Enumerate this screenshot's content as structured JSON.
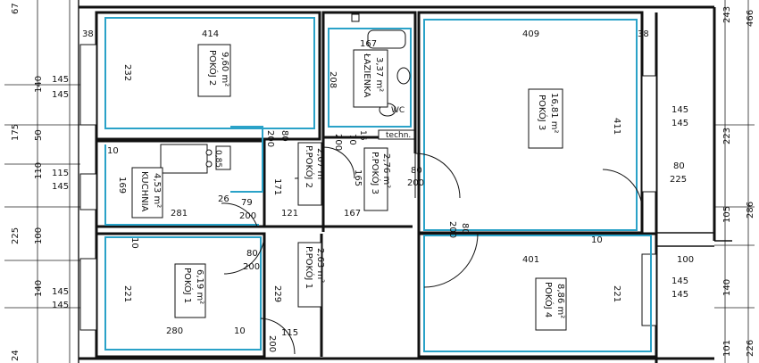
{
  "rooms": {
    "pokoj2": {
      "name": "POKÓJ 2",
      "area": "9,60 m²"
    },
    "lazienka": {
      "name": "ŁAZIENKA",
      "area": "3,37 m²"
    },
    "pokoj3": {
      "name": "POKÓJ 3",
      "area": "16,81 m²"
    },
    "kuchnia": {
      "name": "KUCHNIA",
      "area": "4,53 m²"
    },
    "ppokoj2": {
      "name": "P.POKÓJ 2",
      "area": "2,07 m²"
    },
    "ppokoj3": {
      "name": "P.POKÓJ 3",
      "area": "2,76 m²"
    },
    "pokoj1": {
      "name": "POKÓJ 1",
      "area": "6,19 m²"
    },
    "ppokoj1": {
      "name": "P.POKÓJ 1",
      "area": "2,63 m²"
    },
    "pokoj4": {
      "name": "POKÓJ 4",
      "area": "8,86 m²"
    }
  },
  "labels": {
    "techn": "techn.",
    "wc": "WC"
  },
  "dims_left": [
    "67",
    "145",
    "140",
    "145",
    "175",
    "50",
    "115",
    "110",
    "145",
    "225",
    "100",
    "145",
    "140",
    "145",
    "24"
  ],
  "dims_right": [
    "466",
    "243",
    "223",
    "286",
    "105",
    "140",
    "226",
    "101"
  ],
  "dims_inner": {
    "d414": "414",
    "d38a": "38",
    "d232": "232",
    "d167top": "167",
    "d208": "208",
    "d409": "409",
    "d38b": "38",
    "d411": "411",
    "d145r1": "145",
    "d145r2": "145",
    "d80r": "80",
    "d225": "225",
    "d10a": "10",
    "d169": "169",
    "d26": "26",
    "d79": "79",
    "d200a": "200",
    "d281": "281",
    "d121": "121",
    "d200b": "200",
    "d80a": "80",
    "d171": "171",
    "d200c": "200",
    "d165": "165",
    "d70": "70",
    "d16": "16",
    "d167mid": "167",
    "d80door": "80",
    "d200door": "200",
    "d80v": "80",
    "d200v": "200",
    "d10b": "10",
    "d80p1": "80",
    "d200p1": "200",
    "d221a": "221",
    "d229": "229",
    "d280": "280",
    "d10c": "10",
    "d115": "115",
    "d200p": "200",
    "d401": "401",
    "d10d": "10",
    "d100r": "100",
    "d145r3": "145",
    "d145r4": "145",
    "d221b": "221",
    "d085": "0,85"
  }
}
